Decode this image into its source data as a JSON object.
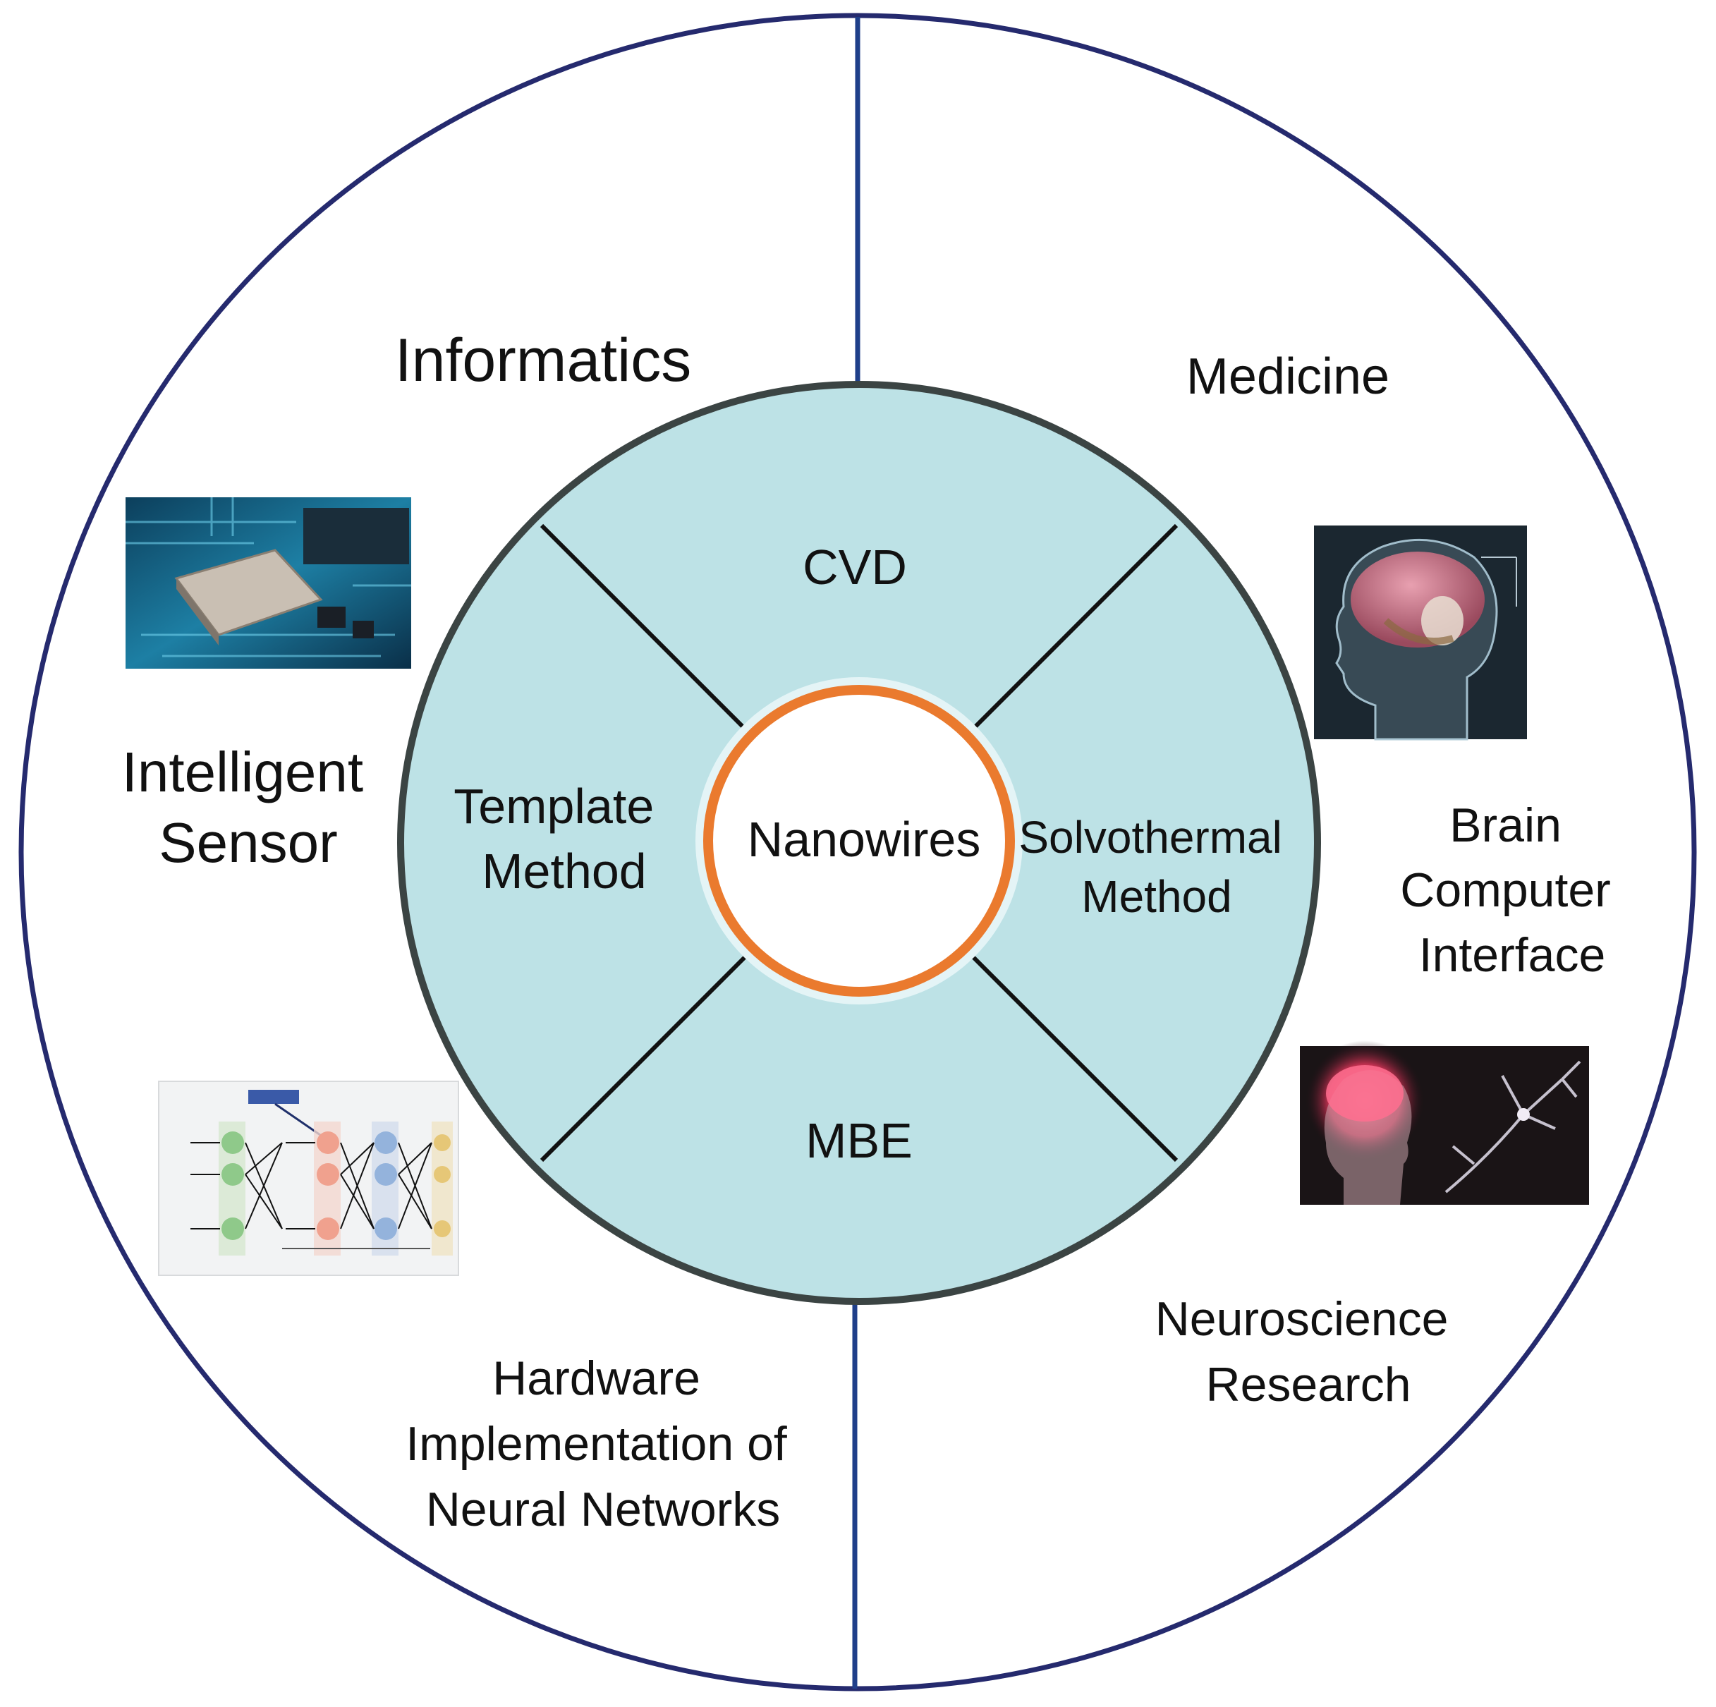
{
  "center": {
    "label": "Nanowires"
  },
  "methods": [
    {
      "id": "cvd",
      "lines": [
        "CVD"
      ]
    },
    {
      "id": "template",
      "lines": [
        "Template",
        "Method"
      ]
    },
    {
      "id": "solvothermal",
      "lines": [
        "Solvothermal",
        "Method"
      ]
    },
    {
      "id": "mbe",
      "lines": [
        "MBE"
      ]
    }
  ],
  "domains": {
    "left": "Informatics",
    "right": "Medicine"
  },
  "applications": {
    "intelligent_sensor": [
      "Intelligent",
      "Sensor"
    ],
    "hardware_nn": [
      "Hardware",
      "Implementation of",
      "Neural Networks"
    ],
    "bci": [
      "Brain",
      "Computer",
      "Interface"
    ],
    "neuroscience": [
      "Neuroscience",
      "Research"
    ]
  },
  "colors": {
    "outer_ring": "#252a6e",
    "divider": "#1f3f8a",
    "method_fill": "#bde2e6",
    "method_border": "#3b4443",
    "center_ring": "#ea7a2e",
    "text": "#111111"
  }
}
